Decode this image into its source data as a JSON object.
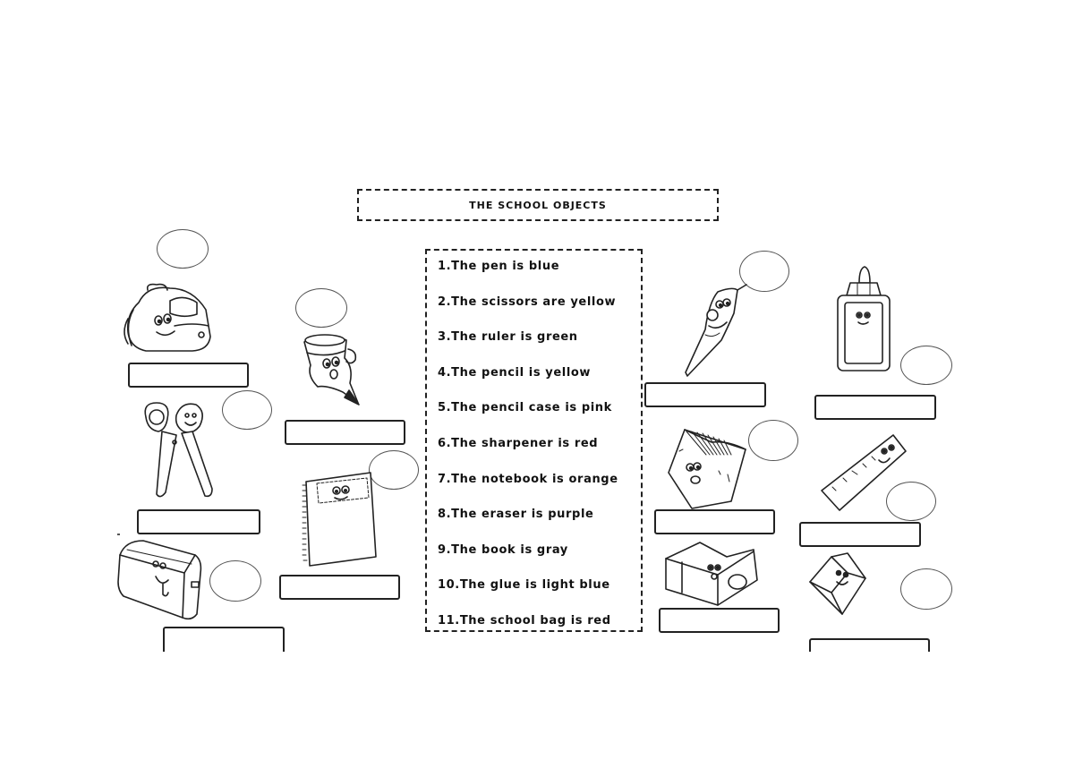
{
  "worksheet": {
    "title": "THE SCHOOL OBJECTS",
    "sentences": [
      "1.The pen is blue",
      "2.The scissors are yellow",
      "3.The ruler is green",
      "4.The pencil is yellow",
      "5.The pencil case is pink",
      "6.The sharpener is red",
      "7.The notebook is orange",
      "8.The eraser is purple",
      "9.The book is gray",
      "10.The glue is light blue",
      "11.The school bag is red"
    ],
    "objects": [
      {
        "id": "school-bag",
        "icon": "school-bag-icon",
        "number_bubble": "",
        "label_answer": ""
      },
      {
        "id": "pencil",
        "icon": "pencil-icon",
        "number_bubble": "",
        "label_answer": ""
      },
      {
        "id": "scissors",
        "icon": "scissors-icon",
        "number_bubble": "",
        "label_answer": ""
      },
      {
        "id": "notebook",
        "icon": "notebook-icon",
        "number_bubble": "",
        "label_answer": ""
      },
      {
        "id": "pencil-case",
        "icon": "pencil-case-icon",
        "number_bubble": "",
        "label_answer": ""
      },
      {
        "id": "pen",
        "icon": "pen-icon",
        "number_bubble": "",
        "label_answer": ""
      },
      {
        "id": "glue",
        "icon": "glue-bottle-icon",
        "number_bubble": "",
        "label_answer": ""
      },
      {
        "id": "book",
        "icon": "book-icon",
        "number_bubble": "",
        "label_answer": ""
      },
      {
        "id": "ruler",
        "icon": "ruler-icon",
        "number_bubble": "",
        "label_answer": ""
      },
      {
        "id": "sharpener",
        "icon": "sharpener-icon",
        "number_bubble": "",
        "label_answer": ""
      },
      {
        "id": "eraser",
        "icon": "eraser-icon",
        "number_bubble": "",
        "label_answer": ""
      }
    ]
  }
}
